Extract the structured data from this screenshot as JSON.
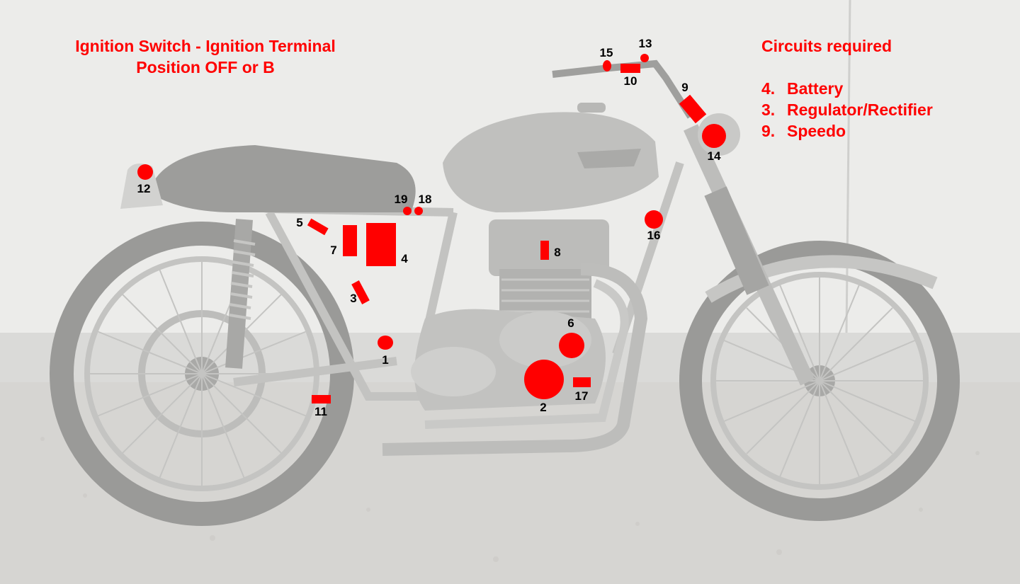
{
  "title": {
    "line1": "Ignition Switch - Ignition Terminal",
    "line2": "Position OFF or B"
  },
  "circuits": {
    "heading": "Circuits required",
    "items": [
      {
        "num": "4.",
        "label": "Battery"
      },
      {
        "num": "3.",
        "label": "Regulator/Rectifier"
      },
      {
        "num": "9.",
        "label": "Speedo"
      }
    ]
  },
  "marker_color": "#ff0000",
  "component_labels": [
    "1",
    "2",
    "3",
    "4",
    "5",
    "6",
    "7",
    "8",
    "9",
    "10",
    "11",
    "12",
    "13",
    "14",
    "15",
    "16",
    "17",
    "18",
    "19"
  ]
}
